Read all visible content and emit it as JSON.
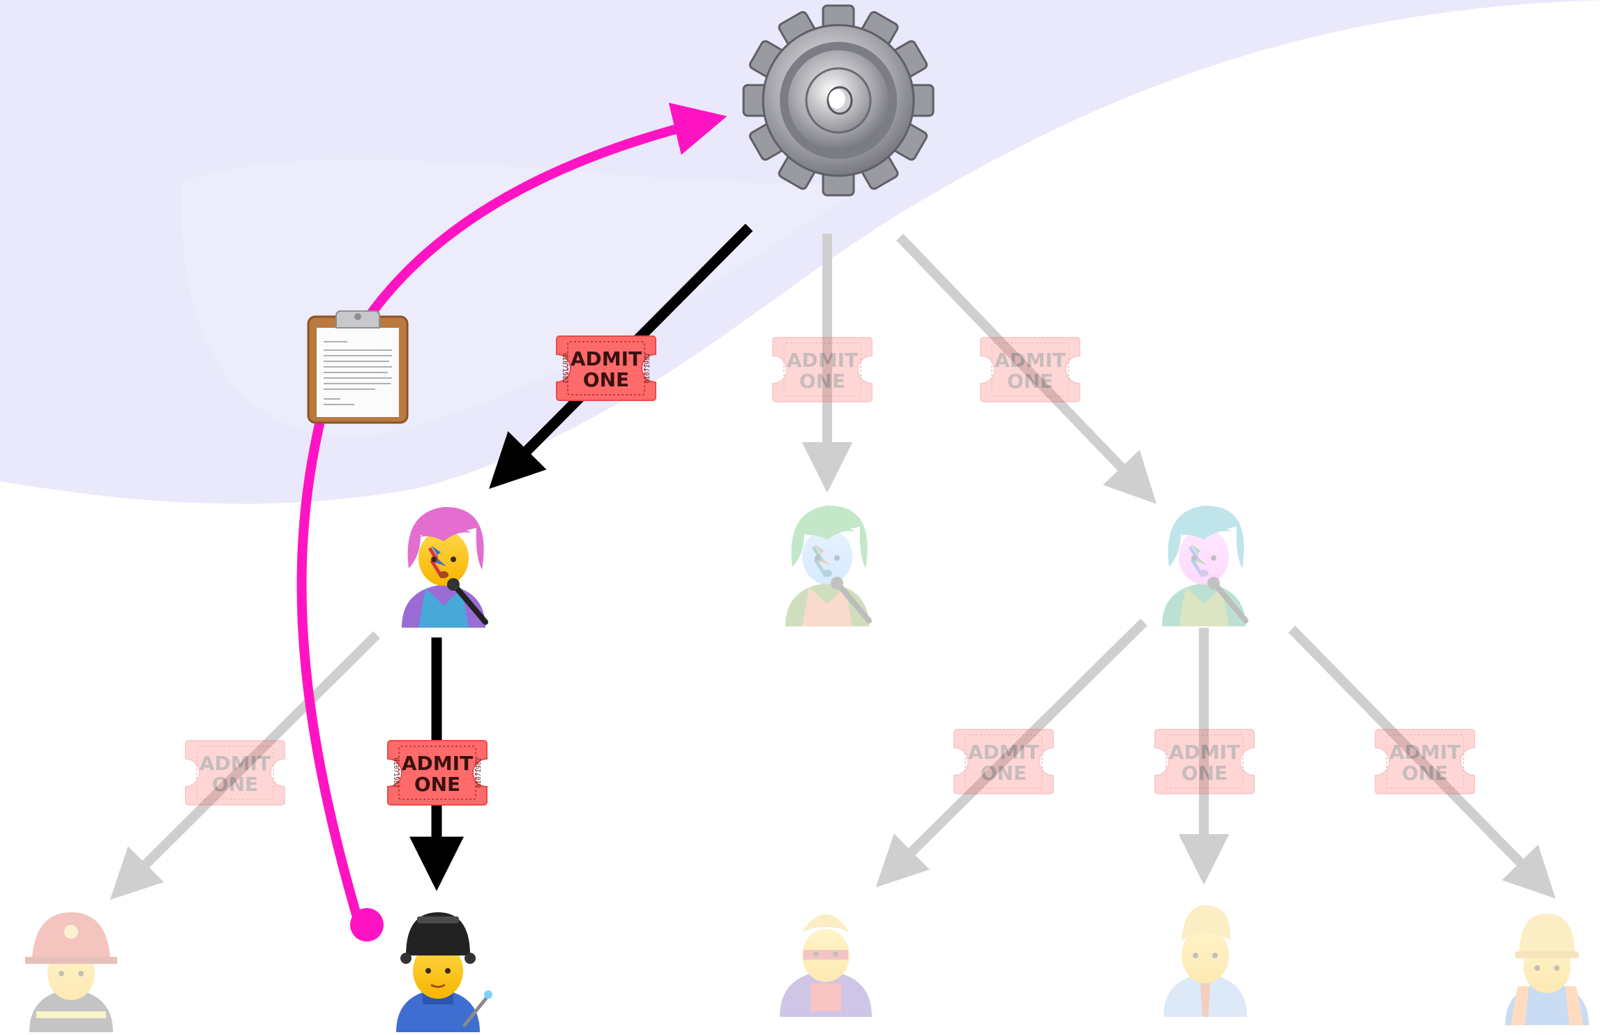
{
  "diagram": {
    "root": {
      "icon": "gear-icon"
    },
    "ticket": {
      "icon": "admit-one-ticket-icon",
      "line1": "ADMIT",
      "line2": "ONE",
      "serial": "01071982"
    },
    "report": {
      "icon": "clipboard-report-icon"
    },
    "active_path": [
      "gear-icon",
      "singer-woman-icon",
      "factory-worker-icon"
    ],
    "feedback_arrow": {
      "from": "factory-worker-icon",
      "to": "gear-icon",
      "carries": "clipboard-report-icon"
    },
    "nodes": [
      {
        "id": "singer-woman-icon",
        "level": 1,
        "active": true
      },
      {
        "id": "singer-green-icon",
        "level": 1,
        "active": false
      },
      {
        "id": "singer-blue-icon",
        "level": 1,
        "active": false
      },
      {
        "id": "firefighter-icon",
        "level": 2,
        "active": false
      },
      {
        "id": "factory-worker-icon",
        "level": 2,
        "active": true
      },
      {
        "id": "superhero-icon",
        "level": 2,
        "active": false
      },
      {
        "id": "man-in-tie-icon",
        "level": 2,
        "active": false
      },
      {
        "id": "construction-worker-icon",
        "level": 2,
        "active": false
      }
    ],
    "colors": {
      "active_arrow": "#000000",
      "inactive_arrow": "#cfcfcf",
      "feedback_arrow": "#ff14c4",
      "ticket": "#ff6b6b",
      "background_wave": "#e9e9fb"
    }
  }
}
